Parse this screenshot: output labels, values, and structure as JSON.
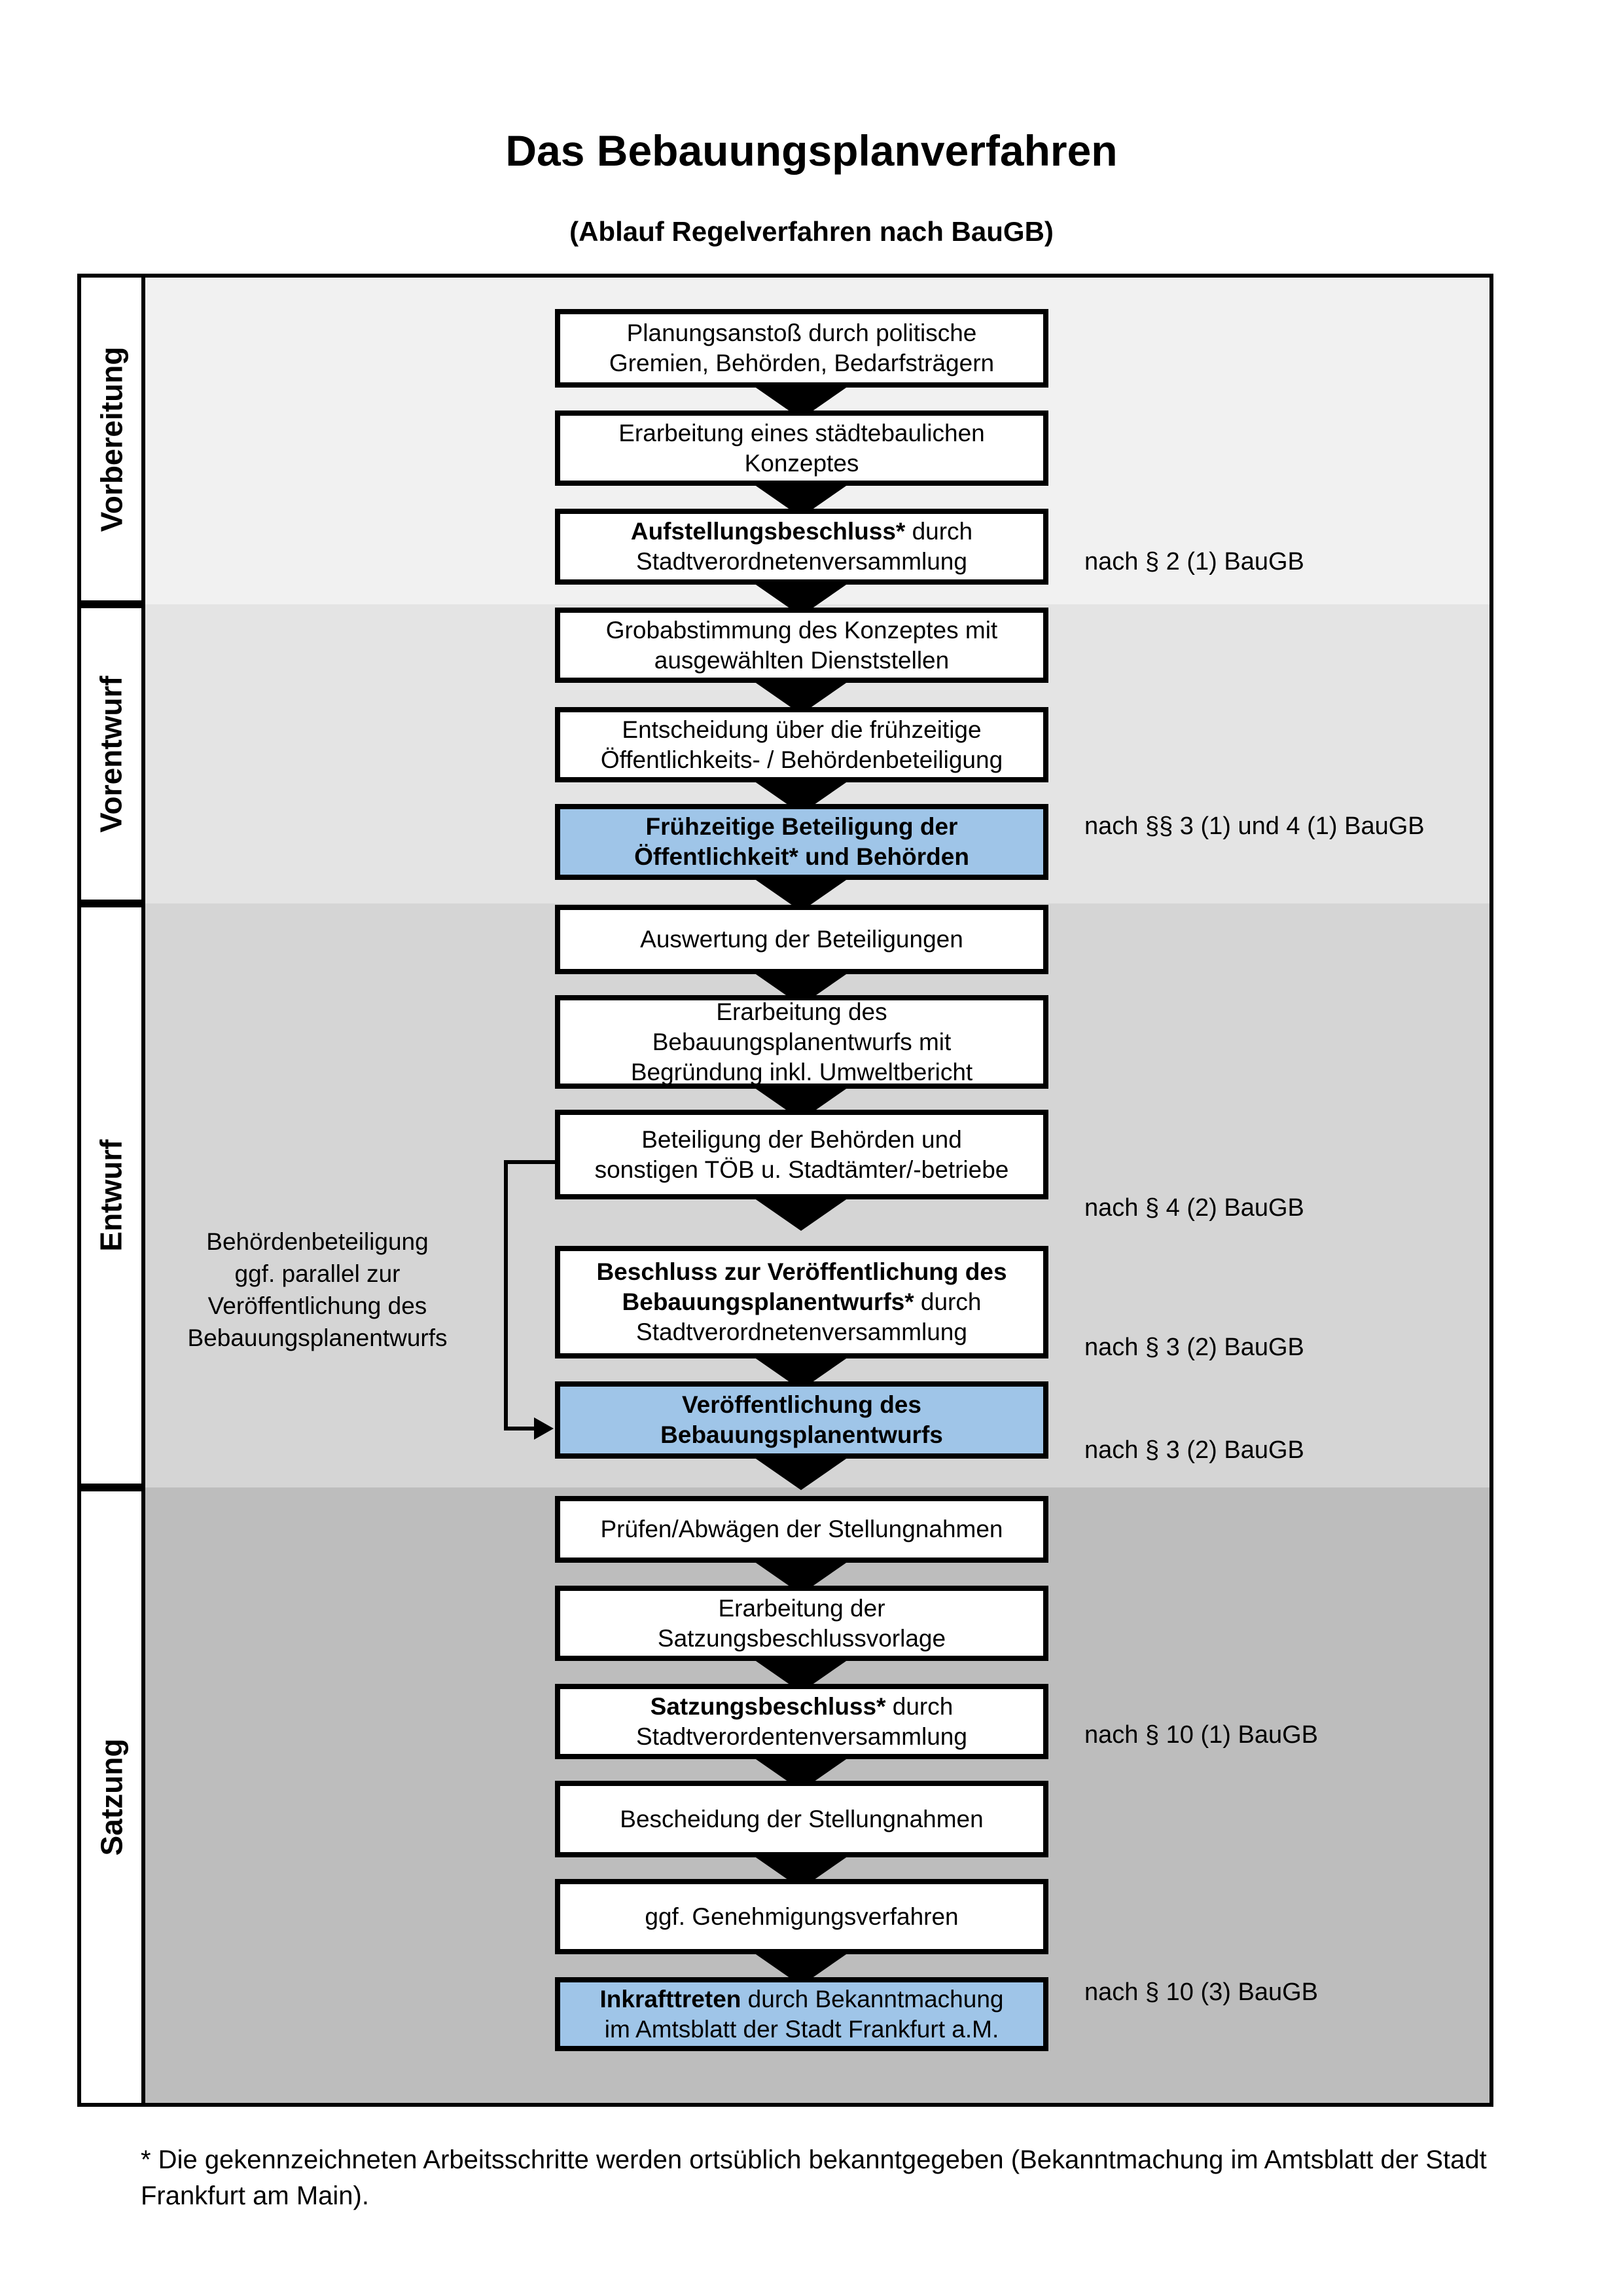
{
  "title": "Das Bebauungsplanverfahren",
  "subtitle": "(Ablauf Regelverfahren nach BauGB)",
  "sections": [
    {
      "label": "Vorbereitung"
    },
    {
      "label": "Vorentwurf"
    },
    {
      "label": "Entwurf"
    },
    {
      "label": "Satzung"
    }
  ],
  "steps": [
    {
      "section": 0,
      "highlight": false,
      "note": null,
      "lines": [
        [
          {
            "t": "Planungsanstoß durch politische",
            "b": false
          }
        ],
        [
          {
            "t": "Gremien, Behörden, Bedarfsträgern",
            "b": false
          }
        ]
      ]
    },
    {
      "section": 0,
      "highlight": false,
      "note": null,
      "lines": [
        [
          {
            "t": "Erarbeitung eines städtebaulichen",
            "b": false
          }
        ],
        [
          {
            "t": "Konzeptes",
            "b": false
          }
        ]
      ]
    },
    {
      "section": 0,
      "highlight": false,
      "note": "nach § 2 (1) BauGB",
      "lines": [
        [
          {
            "t": "Aufstellungsbeschluss*",
            "b": true
          },
          {
            "t": " durch",
            "b": false
          }
        ],
        [
          {
            "t": "Stadtverordnetenversammlung",
            "b": false
          }
        ]
      ]
    },
    {
      "section": 1,
      "highlight": false,
      "note": null,
      "lines": [
        [
          {
            "t": "Grobabstimmung des Konzeptes mit",
            "b": false
          }
        ],
        [
          {
            "t": "ausgewählten Dienststellen",
            "b": false
          }
        ]
      ]
    },
    {
      "section": 1,
      "highlight": false,
      "note": null,
      "lines": [
        [
          {
            "t": "Entscheidung über die frühzeitige",
            "b": false
          }
        ],
        [
          {
            "t": "Öffentlichkeits- / Behördenbeteiligung",
            "b": false
          }
        ]
      ]
    },
    {
      "section": 1,
      "highlight": true,
      "note": "nach §§ 3 (1) und 4 (1) BauGB",
      "lines": [
        [
          {
            "t": "Frühzeitige Beteiligung der",
            "b": true
          }
        ],
        [
          {
            "t": "Öffentlichkeit* und Behörden",
            "b": true
          }
        ]
      ]
    },
    {
      "section": 2,
      "highlight": false,
      "note": null,
      "lines": [
        [
          {
            "t": "Auswertung der Beteiligungen",
            "b": false
          }
        ]
      ]
    },
    {
      "section": 2,
      "highlight": false,
      "note": null,
      "lines": [
        [
          {
            "t": "Erarbeitung des",
            "b": false
          }
        ],
        [
          {
            "t": "Bebauungsplanentwurfs mit",
            "b": false
          }
        ],
        [
          {
            "t": "Begründung inkl. Umweltbericht",
            "b": false
          }
        ]
      ]
    },
    {
      "section": 2,
      "highlight": false,
      "note": "nach § 4 (2) BauGB",
      "lines": [
        [
          {
            "t": "Beteiligung der Behörden und",
            "b": false
          }
        ],
        [
          {
            "t": "sonstigen TÖB u. Stadtämter/-betriebe",
            "b": false
          }
        ]
      ]
    },
    {
      "section": 2,
      "highlight": false,
      "note": "nach § 3 (2) BauGB",
      "lines": [
        [
          {
            "t": "Beschluss zur Veröffentlichung des",
            "b": true
          }
        ],
        [
          {
            "t": "Bebauungsplanentwurfs*",
            "b": true
          },
          {
            "t": " durch",
            "b": false
          }
        ],
        [
          {
            "t": "Stadtverordnetenversammlung",
            "b": false
          }
        ]
      ]
    },
    {
      "section": 2,
      "highlight": true,
      "note": "nach § 3 (2) BauGB",
      "lines": [
        [
          {
            "t": "Veröffentlichung des",
            "b": true
          }
        ],
        [
          {
            "t": "Bebauungsplanentwurfs",
            "b": true
          }
        ]
      ]
    },
    {
      "section": 3,
      "highlight": false,
      "note": null,
      "lines": [
        [
          {
            "t": "Prüfen/Abwägen der Stellungnahmen",
            "b": false
          }
        ]
      ]
    },
    {
      "section": 3,
      "highlight": false,
      "note": null,
      "lines": [
        [
          {
            "t": "Erarbeitung der",
            "b": false
          }
        ],
        [
          {
            "t": "Satzungsbeschlussvorlage",
            "b": false
          }
        ]
      ]
    },
    {
      "section": 3,
      "highlight": false,
      "note": "nach § 10 (1) BauGB",
      "lines": [
        [
          {
            "t": "Satzungsbeschluss*",
            "b": true
          },
          {
            "t": " durch",
            "b": false
          }
        ],
        [
          {
            "t": "Stadtverordentenversammlung",
            "b": false
          }
        ]
      ]
    },
    {
      "section": 3,
      "highlight": false,
      "note": null,
      "lines": [
        [
          {
            "t": "Bescheidung der Stellungnahmen",
            "b": false
          }
        ]
      ]
    },
    {
      "section": 3,
      "highlight": false,
      "note": null,
      "lines": [
        [
          {
            "t": "ggf. Genehmigungsverfahren",
            "b": false
          }
        ]
      ]
    },
    {
      "section": 3,
      "highlight": true,
      "note": "nach § 10 (3) BauGB",
      "lines": [
        [
          {
            "t": "Inkrafttreten",
            "b": true
          },
          {
            "t": " durch Bekanntmachung",
            "b": false
          }
        ],
        [
          {
            "t": "im Amtsblatt der Stadt Frankfurt a.M.",
            "b": false
          }
        ]
      ]
    }
  ],
  "side_note": {
    "lines": [
      "Behördenbeteiligung",
      "ggf. parallel zur",
      "Veröffentlichung des",
      "Bebauungsplanentwurfs"
    ]
  },
  "footnote": "* Die gekennzeichneten Arbeitsschritte werden ortsüblich bekanntgegeben (Bekanntmachung im Amtsblatt  der Stadt Frankfurt am Main).",
  "colors": {
    "highlight_fill": "#9fc5e8",
    "section_backgrounds": [
      "#f1f1f1",
      "#e4e4e4",
      "#d5d5d5",
      "#bdbdbd"
    ],
    "box_border": "#000000"
  }
}
